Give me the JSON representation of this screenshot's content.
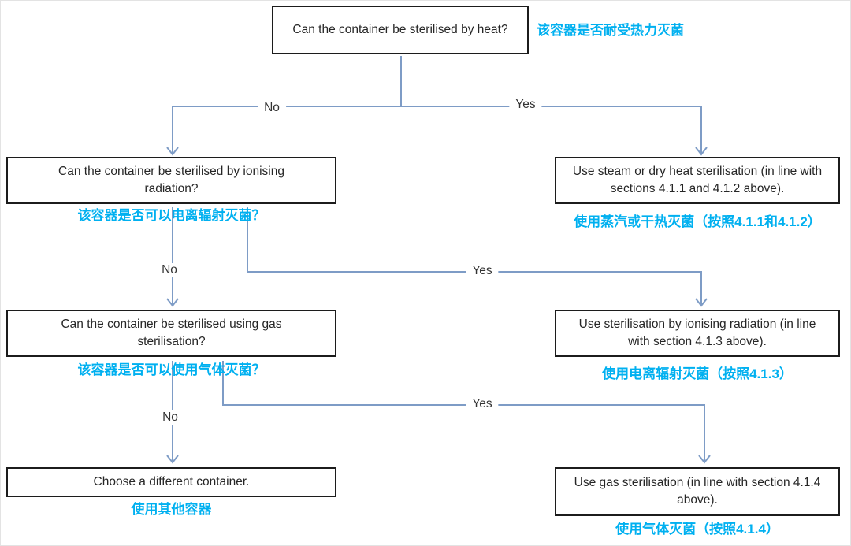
{
  "colors": {
    "caption_blue": "#00b0f0",
    "connector_blue": "#7e9cc6",
    "box_border": "#1c1c1c",
    "box_text": "#262626",
    "branch_label_text": "#333333"
  },
  "nodes": [
    {
      "id": "q-heat",
      "en": "Can the container be sterilised by heat?",
      "zh": "该容器是否耐受热力灭菌"
    },
    {
      "id": "q-ionising",
      "en": "Can the container be sterilised by ionising radiation?",
      "zh": "该容器是否可以电离辐射灭菌？"
    },
    {
      "id": "use-steam-dry-heat",
      "en": "Use steam or dry heat sterilisation (in line with sections 4.1.1 and 4.1.2 above).",
      "zh": "使用蒸汽或干热灭菌（按照4.1.1和4.1.2）"
    },
    {
      "id": "q-gas",
      "en": "Can the container be sterilised using gas sterilisation?",
      "zh": "该容器是否可以使用气体灭菌？"
    },
    {
      "id": "use-ionising",
      "en": "Use sterilisation by ionising radiation (in line with section 4.1.3 above).",
      "zh": "使用电离辐射灭菌（按照4.1.3）"
    },
    {
      "id": "choose-different",
      "en": "Choose a different container.",
      "zh": "使用其他容器"
    },
    {
      "id": "use-gas",
      "en": "Use gas sterilisation (in line with section 4.1.4 above).",
      "zh": "使用气体灭菌（按照4.1.4）"
    }
  ],
  "branches": {
    "level1": {
      "no": "No",
      "yes": "Yes"
    },
    "level2": {
      "no": "No",
      "yes": "Yes"
    },
    "level3": {
      "no": "No",
      "yes": "Yes"
    }
  }
}
